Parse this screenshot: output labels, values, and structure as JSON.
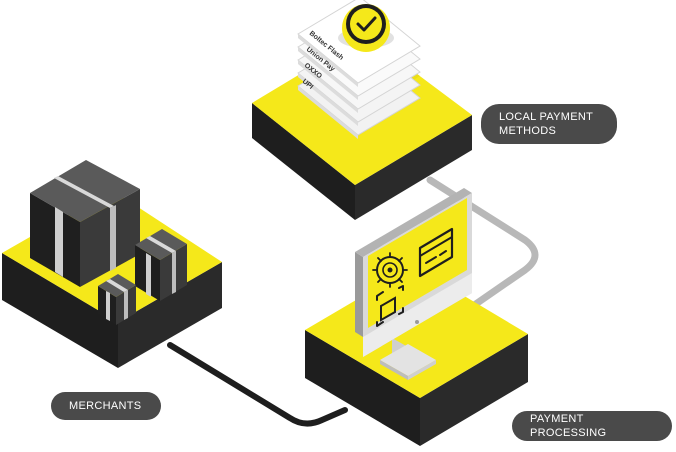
{
  "labels": {
    "local_payment_methods_line1": "LOCAL PAYMENT",
    "local_payment_methods_line2": "METHODS",
    "merchants": "MERCHANTS",
    "payment_processing": "PAYMENT PROCESSING"
  },
  "payment_cards": [
    "Boltec Flash",
    "Union Pay",
    "OXXO",
    "UPI"
  ],
  "colors": {
    "yellow": "#f5e81a",
    "dark": "#1e1e1e",
    "connector": "#1e1e1e",
    "connector_gray": "#b8b8b8",
    "pill": "#4a4a4a"
  }
}
